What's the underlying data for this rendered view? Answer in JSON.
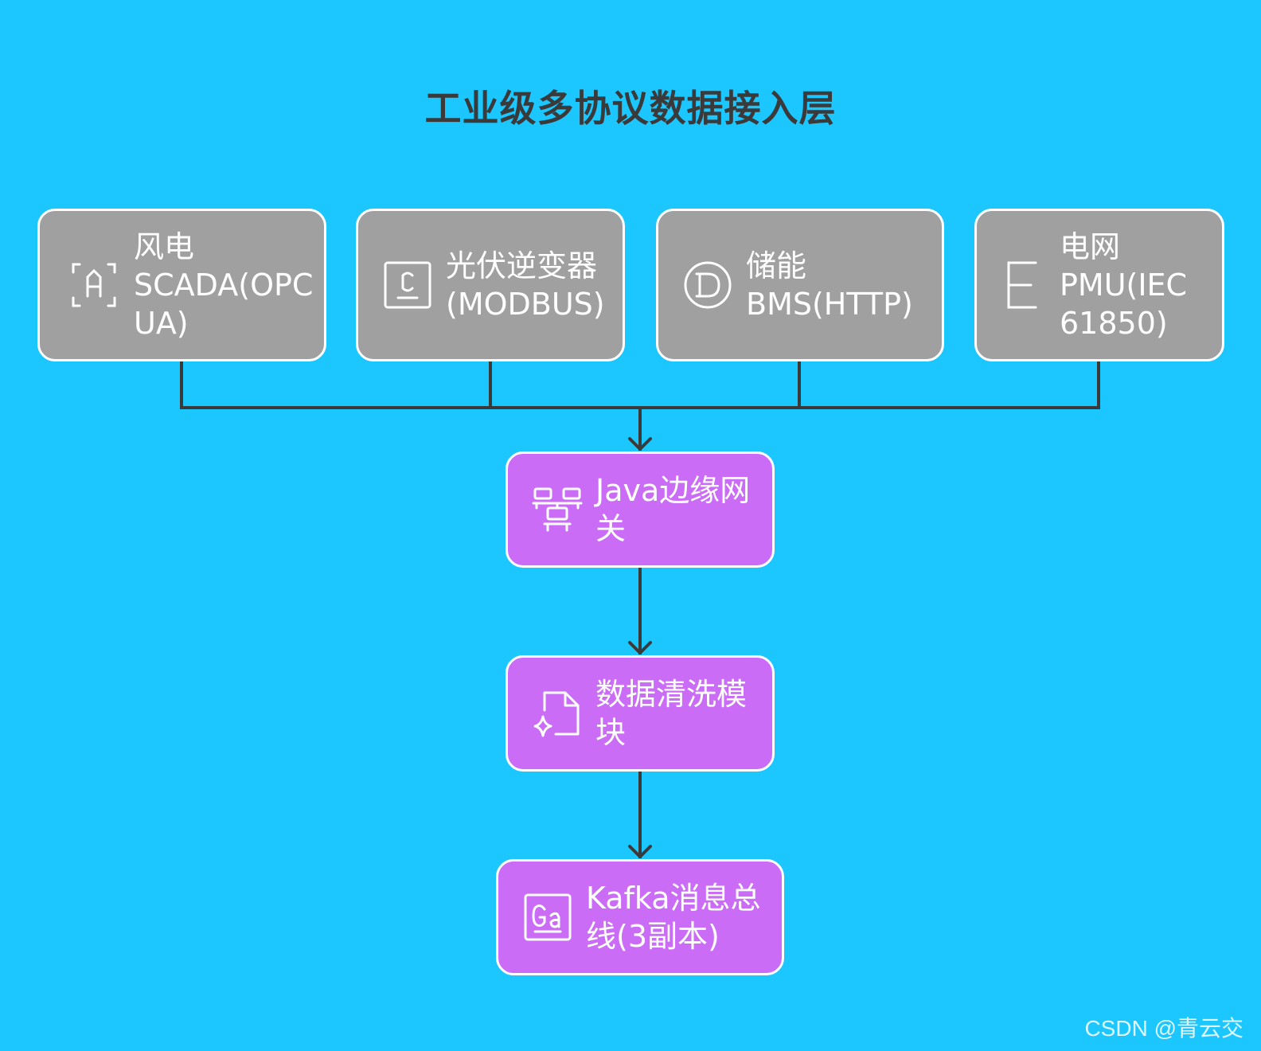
{
  "title": "工业级多协议数据接入层",
  "sources": [
    {
      "label": "风电\nSCADA(OPC\nUA)",
      "icon": "a-scan-icon"
    },
    {
      "label": "光伏逆变器\n(MODBUS)",
      "icon": "c-box-icon"
    },
    {
      "label": "储能\nBMS(HTTP)",
      "icon": "d-circle-icon"
    },
    {
      "label": "电网\nPMU(IEC\n61850)",
      "icon": "e-letter-icon"
    }
  ],
  "pipeline": [
    {
      "label": "Java边缘网\n关",
      "icon": "network-icon"
    },
    {
      "label": "数据清洗模\n块",
      "icon": "file-sparkle-icon"
    },
    {
      "label": "Kafka消息总\n线(3副本)",
      "icon": "ga-box-icon"
    }
  ],
  "watermark": "CSDN @青云交",
  "colors": {
    "background": "#1cc6ff",
    "source_node": "#a0a0a0",
    "pipeline_node": "#cb6cf7",
    "connector": "#3a3a3a",
    "border": "#ffffff"
  }
}
